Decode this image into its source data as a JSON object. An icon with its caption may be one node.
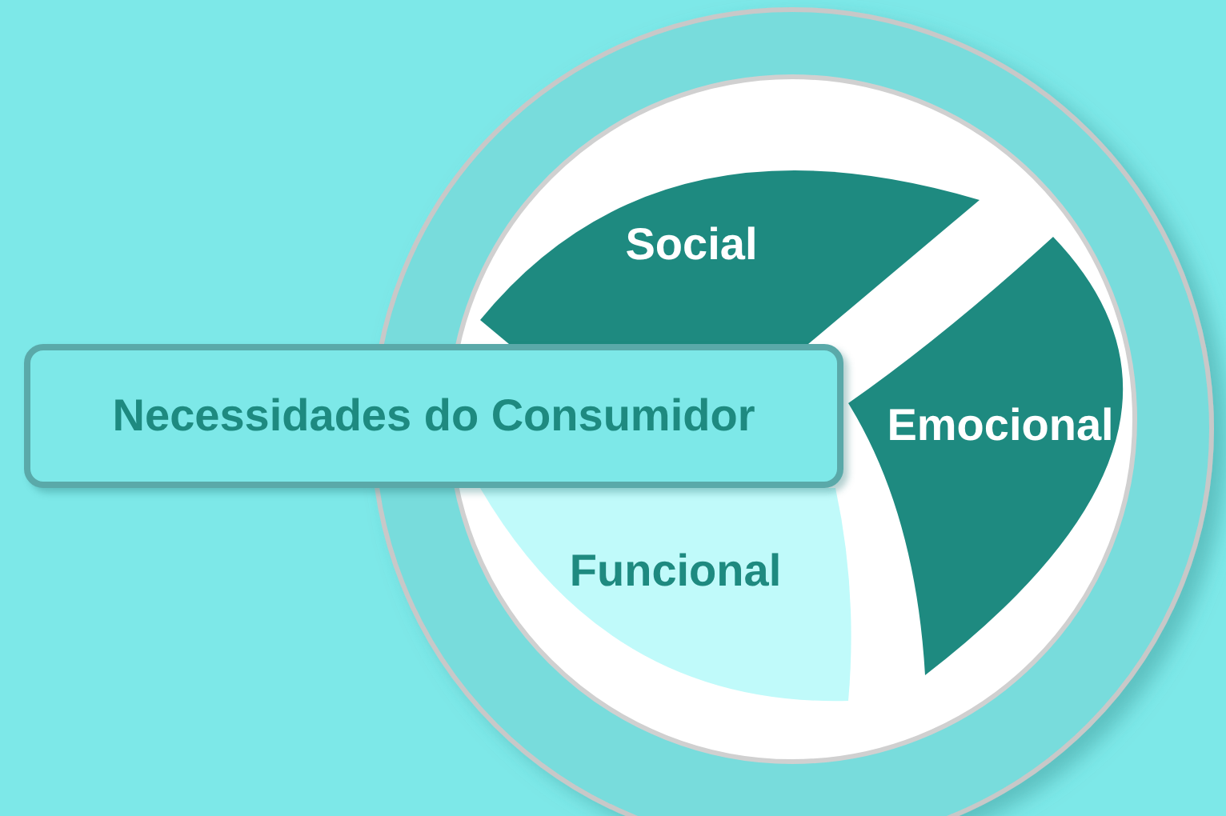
{
  "diagram": {
    "nodes": [
      {
        "text": [
          "Social"
        ]
      },
      {
        "text": [
          "Necessidades do Consumidor"
        ]
      },
      {
        "text": [
          "Emocional"
        ]
      },
      {
        "text": [
          "Funcional"
        ]
      }
    ]
  }
}
